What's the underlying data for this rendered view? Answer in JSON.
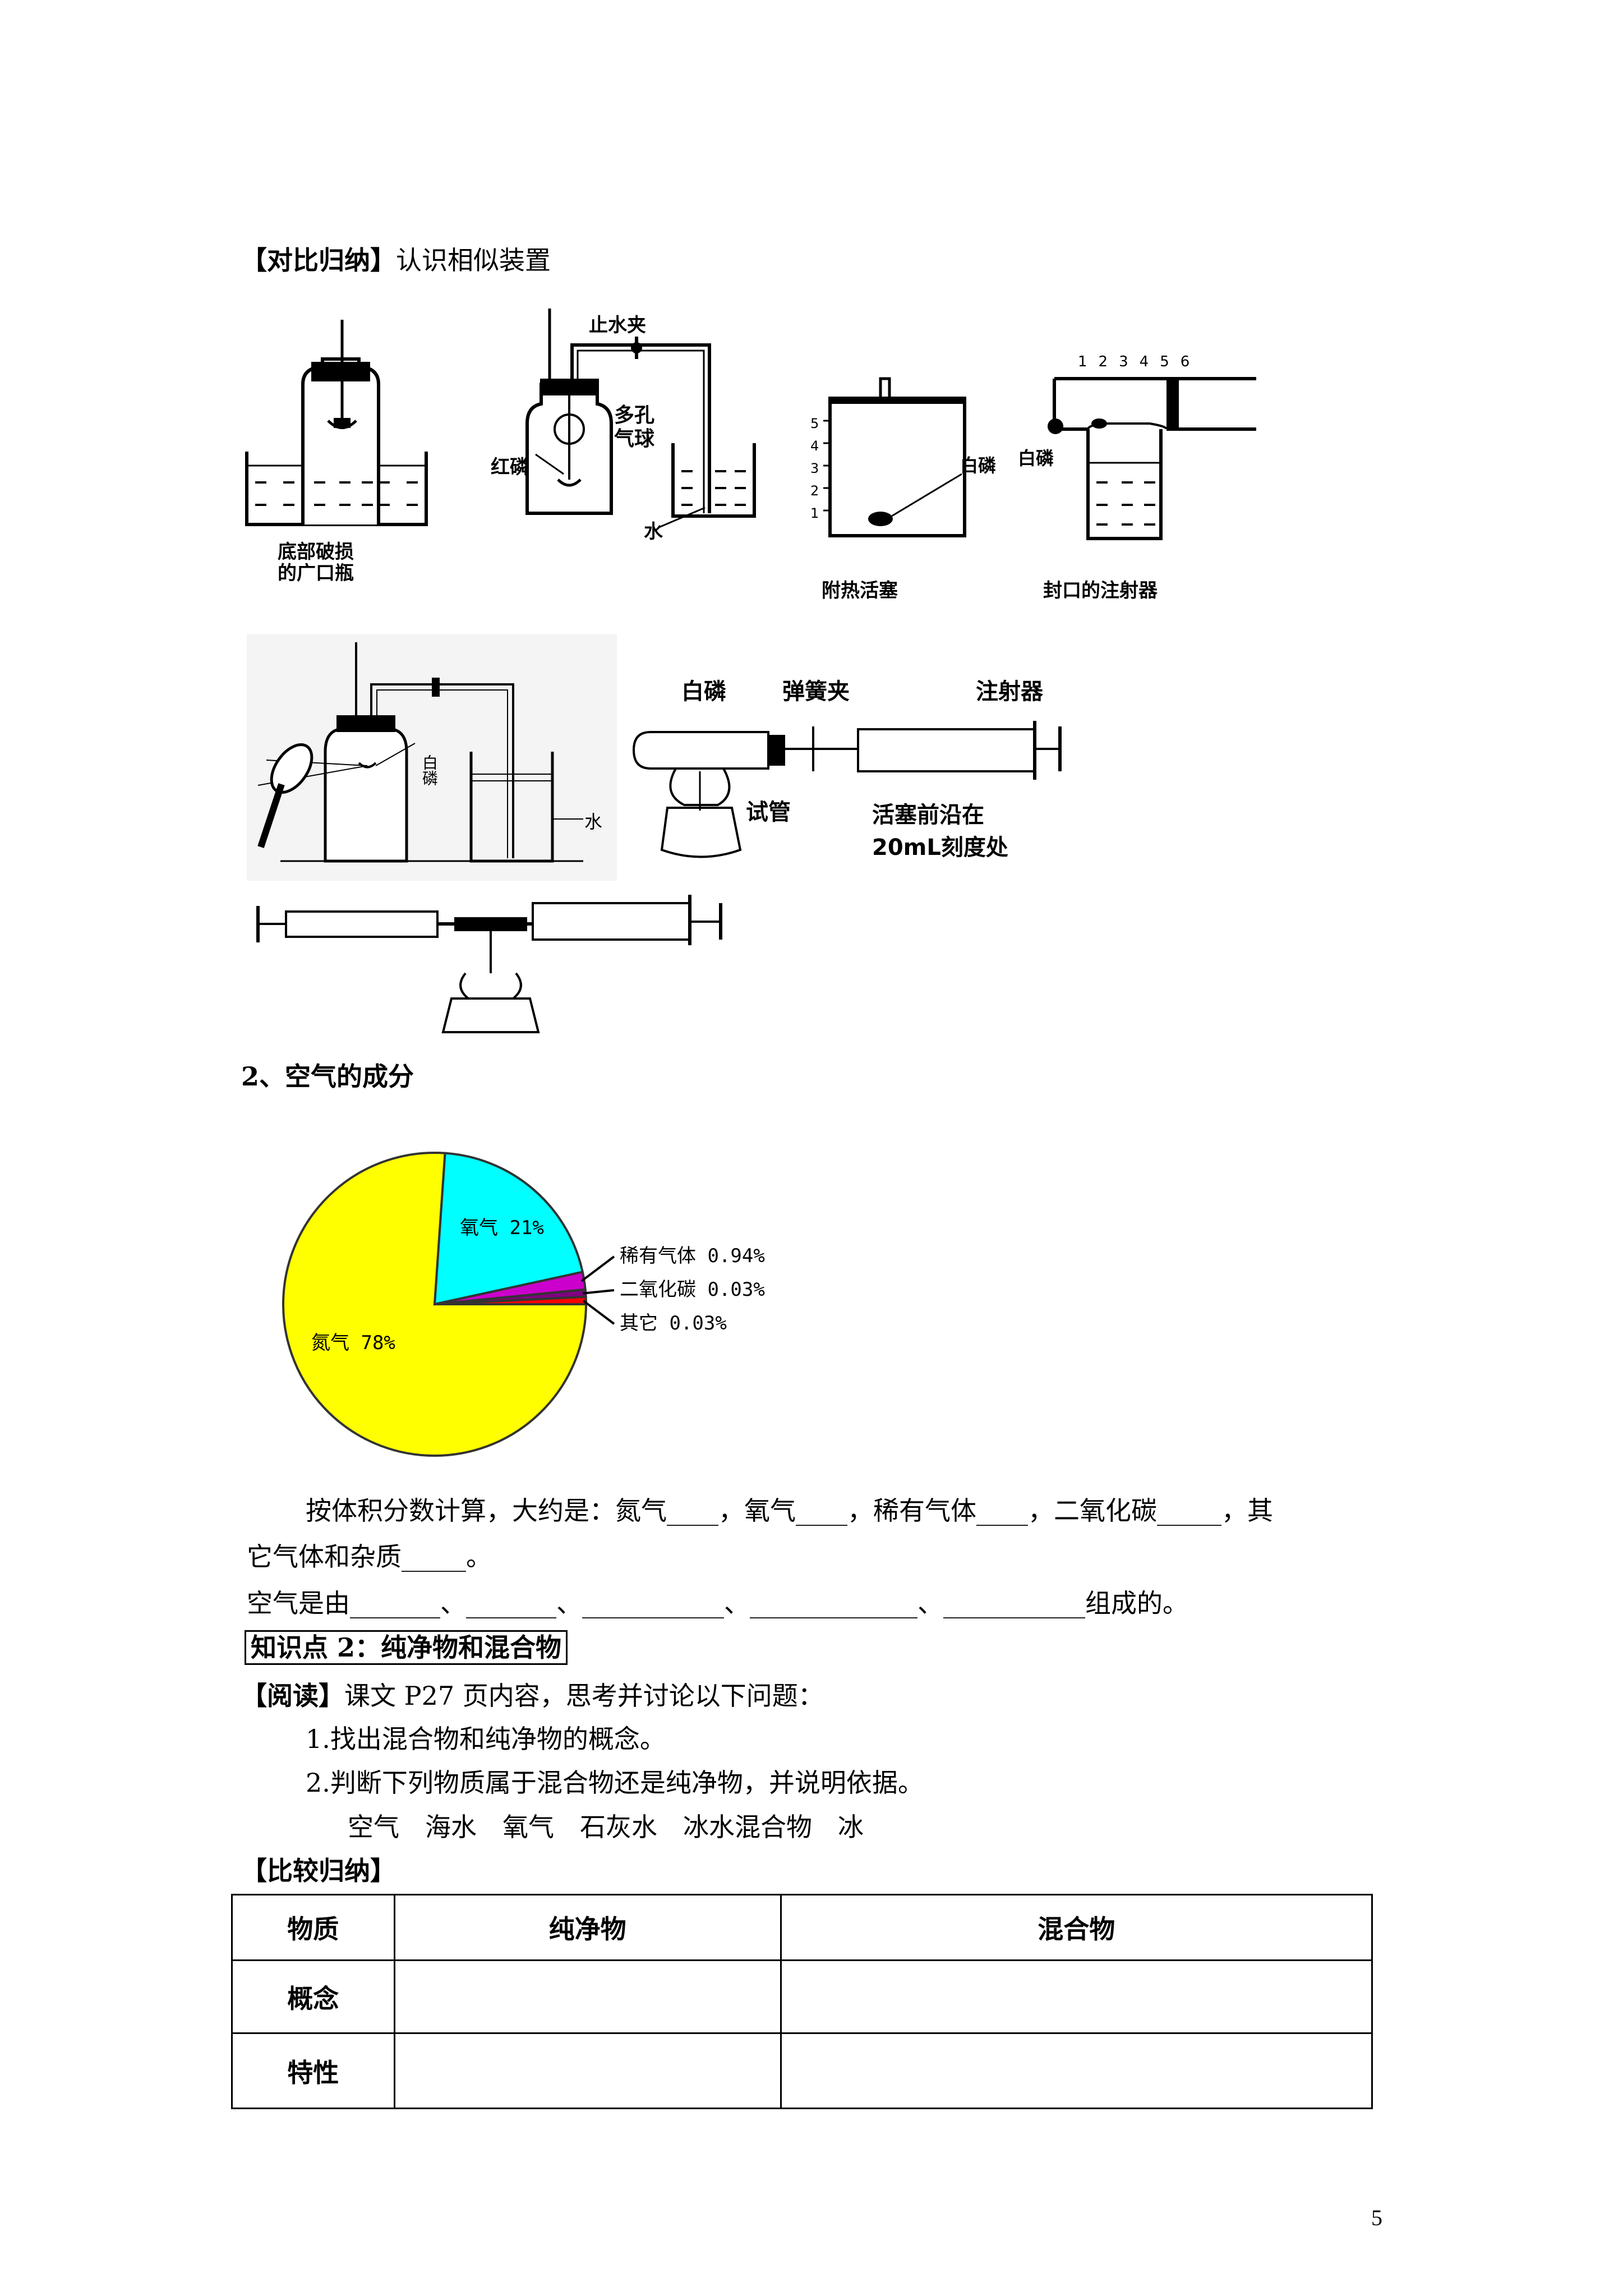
{
  "section_compare": {
    "heading_bracket": "【对比归纳】",
    "heading_text": "认识相似装置"
  },
  "apparatus_labels": {
    "fig1_caption": "底部破损\n的广口瓶",
    "fig2_clamp": "止水夹",
    "fig2_balloon": "多孔\n气球",
    "fig2_phosphorus": "红磷",
    "fig2_water": "水",
    "fig3_scale": [
      "1",
      "2",
      "3",
      "4",
      "5"
    ],
    "fig3_phosphorus": "白磷",
    "fig3_caption": "附热活塞",
    "fig4_scale": [
      "1",
      "2",
      "3",
      "4",
      "5",
      "6"
    ],
    "fig4_phosphorus": "白磷",
    "fig4_caption": "封口的注射器",
    "fig5_phosphorus": "白磷",
    "fig5_water": "水",
    "fig6_phosphorus": "白磷",
    "fig6_clamp": "弹簧夹",
    "fig6_syringe": "注射器",
    "fig6_tube": "试管",
    "fig6_note_1": "活塞前沿在",
    "fig6_note_2": "20mL刻度处"
  },
  "section_air": {
    "heading": "2、空气的成分"
  },
  "chart_data": {
    "type": "pie",
    "slices": [
      {
        "name": "氮气",
        "value": 78,
        "label": "氮气 78%",
        "color": "#ffff00"
      },
      {
        "name": "氧气",
        "value": 21,
        "label": "氧气 21%",
        "color": "#00ffff"
      },
      {
        "name": "稀有气体",
        "value": 0.94,
        "label": "稀有气体 0.94%",
        "color": "#cc00cc"
      },
      {
        "name": "二氧化碳",
        "value": 0.03,
        "label": "二氧化碳 0.03%",
        "color": "#800080"
      },
      {
        "name": "其它",
        "value": 0.03,
        "label": "其它 0.03%",
        "color": "#ff0000"
      }
    ]
  },
  "fill_in": {
    "line1": "按体积分数计算，大约是：氮气____，氧气____，稀有气体____，二氧化碳_____，其",
    "line2": "它气体和杂质_____。",
    "line3": "空气是由_______、_______、___________、_____________、___________组成的。"
  },
  "knowledge_point": {
    "title": "知识点 2：纯净物和混合物"
  },
  "reading": {
    "bracket": "【阅读】",
    "text": "课文 P27 页内容，思考并讨论以下问题：",
    "q1": "1.找出混合物和纯净物的概念。",
    "q2": "2.判断下列物质属于混合物还是纯净物，并说明依据。",
    "substances": "空气　海水　氧气　石灰水　冰水混合物　冰"
  },
  "compare_table": {
    "heading": "【比较归纳】",
    "headers": [
      "物质",
      "纯净物",
      "混合物"
    ],
    "rows": [
      {
        "label": "概念",
        "pure": "",
        "mixture": ""
      },
      {
        "label": "特性",
        "pure": "",
        "mixture": ""
      }
    ]
  },
  "page_number": "5"
}
